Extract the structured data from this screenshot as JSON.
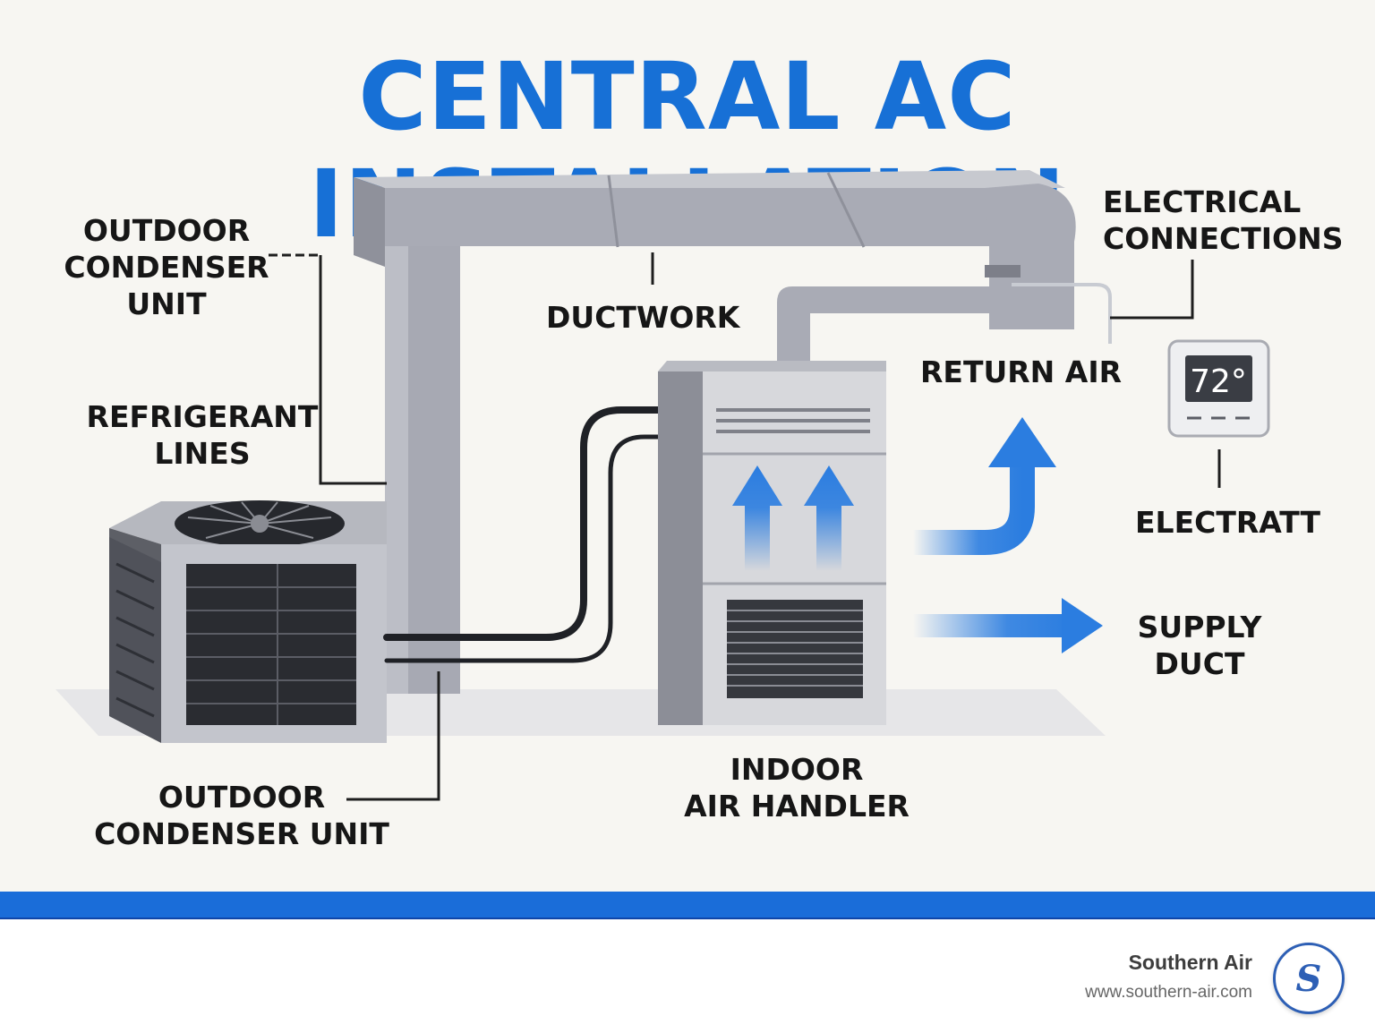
{
  "title": "CENTRAL AC INSTALLATION",
  "labels": {
    "outdoor_condenser_top": "OUTDOOR\nCONDENSER\nUNIT",
    "refrigerant_lines": "REFRIGERANT\nLINES",
    "ductwork": "DUCTWORK",
    "electrical_connections": "ELECTRICAL\nCONNECTIONS",
    "return_air": "RETURN AIR",
    "electratt": "ELECTRATT",
    "supply_duct": "SUPPLY\nDUCT",
    "indoor_air_handler": "INDOOR\nAIR HANDLER",
    "outdoor_condenser_bottom": "OUTDOOR\nCONDENSER UNIT"
  },
  "thermostat": {
    "display": "72°"
  },
  "footer": {
    "brand_name": "Southern Air",
    "url": "www.southern-air.com",
    "logo_mark": "S"
  },
  "colors": {
    "title": "#1770d6",
    "accent_bar": "#1a6dd9",
    "airflow_arrow": "#2b7de0",
    "duct": "#a7a9b3"
  }
}
